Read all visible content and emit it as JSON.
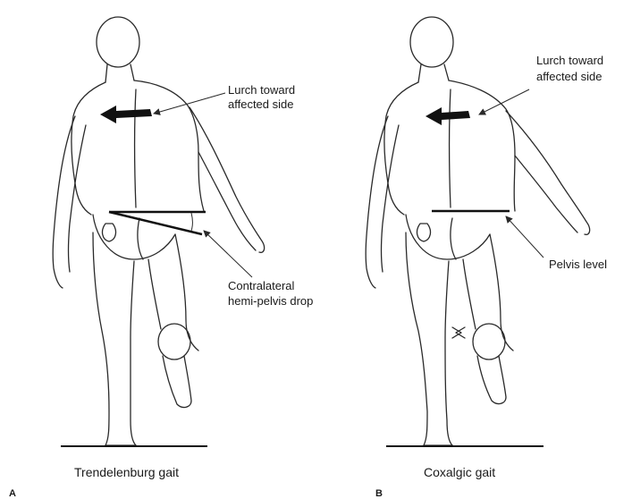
{
  "panels": [
    {
      "letter": "A",
      "caption": "Trendelenburg gait",
      "annotations": {
        "lurch_line1": "Lurch toward",
        "lurch_line2": "affected side",
        "pelvis_line1": "Contralateral",
        "pelvis_line2": "hemi-pelvis drop"
      }
    },
    {
      "letter": "B",
      "caption": "Coxalgic gait",
      "annotations": {
        "lurch_line1": "Lurch toward",
        "lurch_line2": "affected side",
        "pelvis_line1": "Pelvis level"
      }
    }
  ]
}
